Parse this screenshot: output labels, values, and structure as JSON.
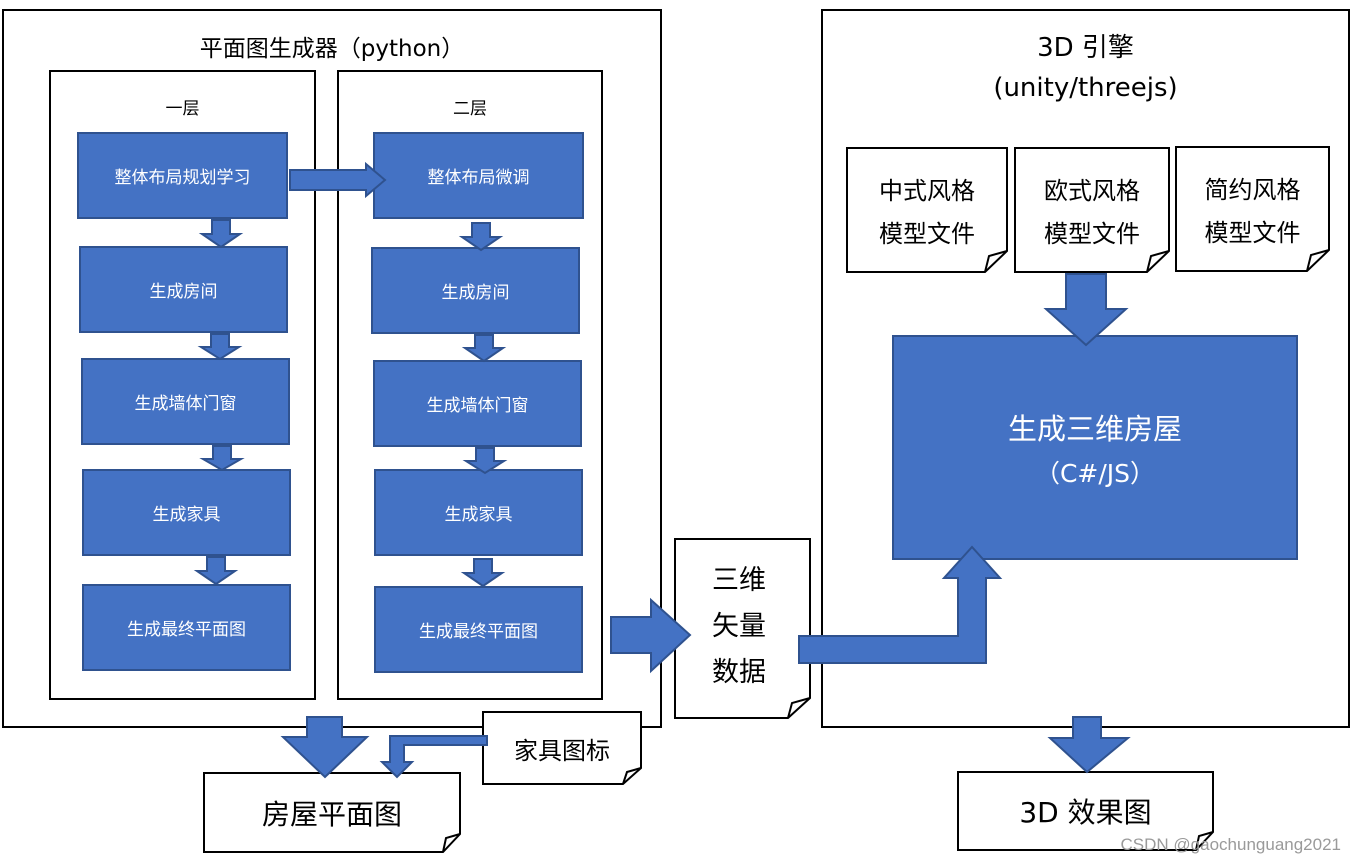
{
  "planner": {
    "title": "平面图生成器（python）",
    "floor1": {
      "title": "一层",
      "steps": [
        "整体布局规划学习",
        "生成房间",
        "生成墙体门窗",
        "生成家具",
        "生成最终平面图"
      ]
    },
    "floor2": {
      "title": "二层",
      "steps": [
        "整体布局微调",
        "生成房间",
        "生成墙体门窗",
        "生成家具",
        "生成最终平面图"
      ]
    }
  },
  "engine": {
    "title_line1": "3D 引擎",
    "title_line2": "(unity/threejs)",
    "model_files": [
      {
        "line1": "中式风格",
        "line2": "模型文件"
      },
      {
        "line1": "欧式风格",
        "line2": "模型文件"
      },
      {
        "line1": "简约风格",
        "line2": "模型文件"
      }
    ],
    "generator": {
      "line1": "生成三维房屋",
      "line2": "（C#/JS）"
    }
  },
  "vector_data": {
    "line1": "三维",
    "line2": "矢量",
    "line3": "数据"
  },
  "furniture_icons": "家具图标",
  "floor_plan_output": "房屋平面图",
  "render_output": "3D 效果图",
  "watermark": "CSDN @gaochunguang2021",
  "colors": {
    "box_fill": "#4472c4",
    "box_border": "#2f528f"
  }
}
